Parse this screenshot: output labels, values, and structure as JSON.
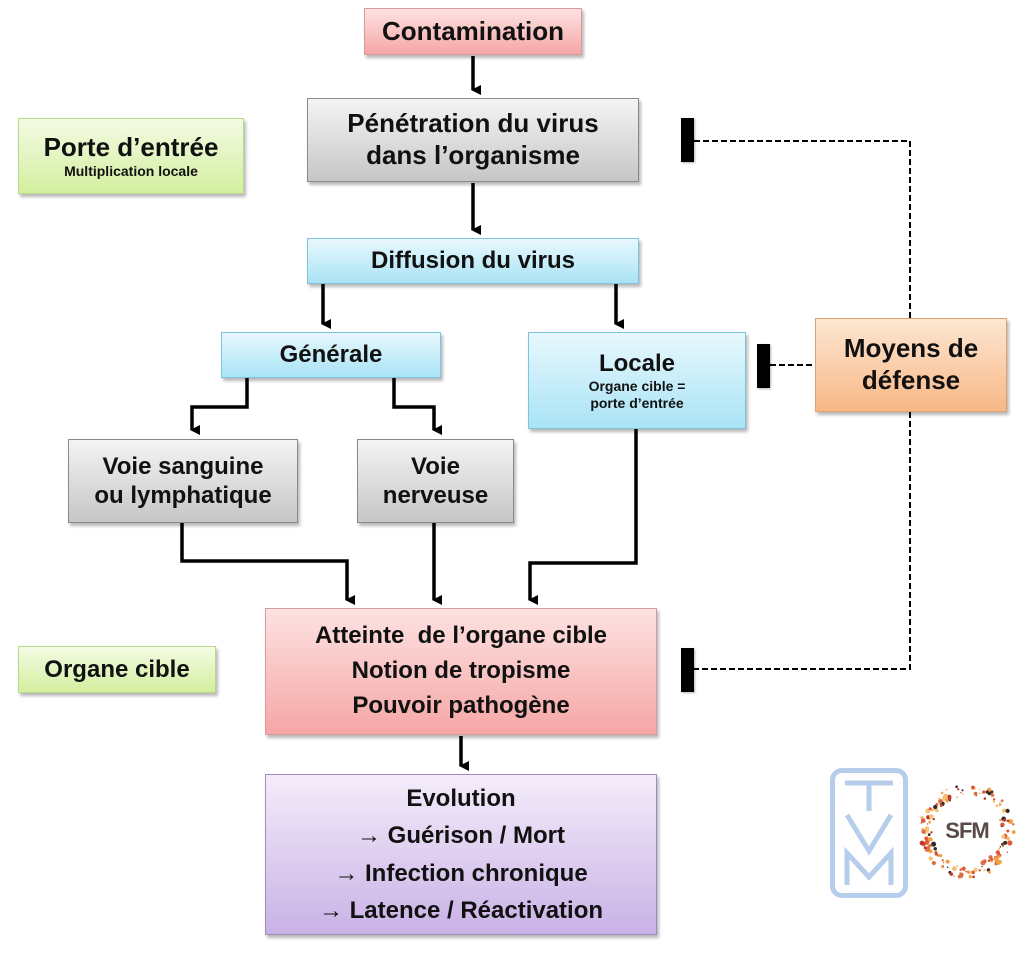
{
  "diagram": {
    "title": "Pathogenèse des infections virales",
    "nodes": {
      "contamination": {
        "label": "Contamination"
      },
      "penetration": {
        "lines": [
          "Pénétration du virus",
          "dans l’organisme"
        ]
      },
      "diffusion": {
        "label": "Diffusion du virus"
      },
      "generale": {
        "label": "Générale"
      },
      "locale": {
        "label": "Locale",
        "sub": [
          "Organe cible =",
          "porte d’entrée"
        ]
      },
      "voie_sanguine": {
        "lines": [
          "Voie sanguine",
          "ou lymphatique"
        ]
      },
      "voie_nerveuse": {
        "lines": [
          "Voie",
          "nerveuse"
        ]
      },
      "atteinte": {
        "lines": [
          "Atteinte  de l’organe cible",
          "Notion de tropisme",
          "Pouvoir pathogène"
        ]
      },
      "evolution": {
        "lines": [
          "Evolution",
          "→ Guérison / Mort",
          "→ Infection chronique",
          "→ Latence / Réactivation"
        ]
      },
      "moyens_defense": {
        "lines": [
          "Moyens de",
          "défense"
        ]
      }
    },
    "side_labels": {
      "porte_entree": {
        "title": "Porte d’entrée",
        "sub": "Multiplication locale"
      },
      "organe_cible": {
        "title": "Organe cible"
      }
    },
    "edges": [
      {
        "from": "contamination",
        "to": "penetration",
        "style": "arrow"
      },
      {
        "from": "penetration",
        "to": "diffusion",
        "style": "arrow"
      },
      {
        "from": "diffusion",
        "to": "generale",
        "style": "arrow"
      },
      {
        "from": "diffusion",
        "to": "locale",
        "style": "arrow"
      },
      {
        "from": "generale",
        "to": "voie_sanguine",
        "style": "arrow"
      },
      {
        "from": "generale",
        "to": "voie_nerveuse",
        "style": "arrow"
      },
      {
        "from": "voie_sanguine",
        "to": "atteinte",
        "style": "arrow"
      },
      {
        "from": "voie_nerveuse",
        "to": "atteinte",
        "style": "arrow"
      },
      {
        "from": "locale",
        "to": "atteinte",
        "style": "arrow"
      },
      {
        "from": "atteinte",
        "to": "evolution",
        "style": "arrow"
      },
      {
        "from": "moyens_defense",
        "to": "penetration",
        "style": "dashed-inhibition"
      },
      {
        "from": "moyens_defense",
        "to": "locale",
        "style": "dashed-inhibition"
      },
      {
        "from": "moyens_defense",
        "to": "atteinte",
        "style": "dashed-inhibition"
      }
    ],
    "logos": {
      "tvm": "TVM",
      "sfm": "SFM"
    },
    "colors": {
      "contamination": "#f6a6a6",
      "penetration": "#c6c6c6",
      "diffusion": "#a9e3f6",
      "side_labels": "#d3ef9f",
      "moyens_defense": "#f8b886",
      "evolution": "#c9b2e6",
      "tvm_logo": "#b6cdec",
      "sfm_text": "#5a4a45"
    }
  }
}
